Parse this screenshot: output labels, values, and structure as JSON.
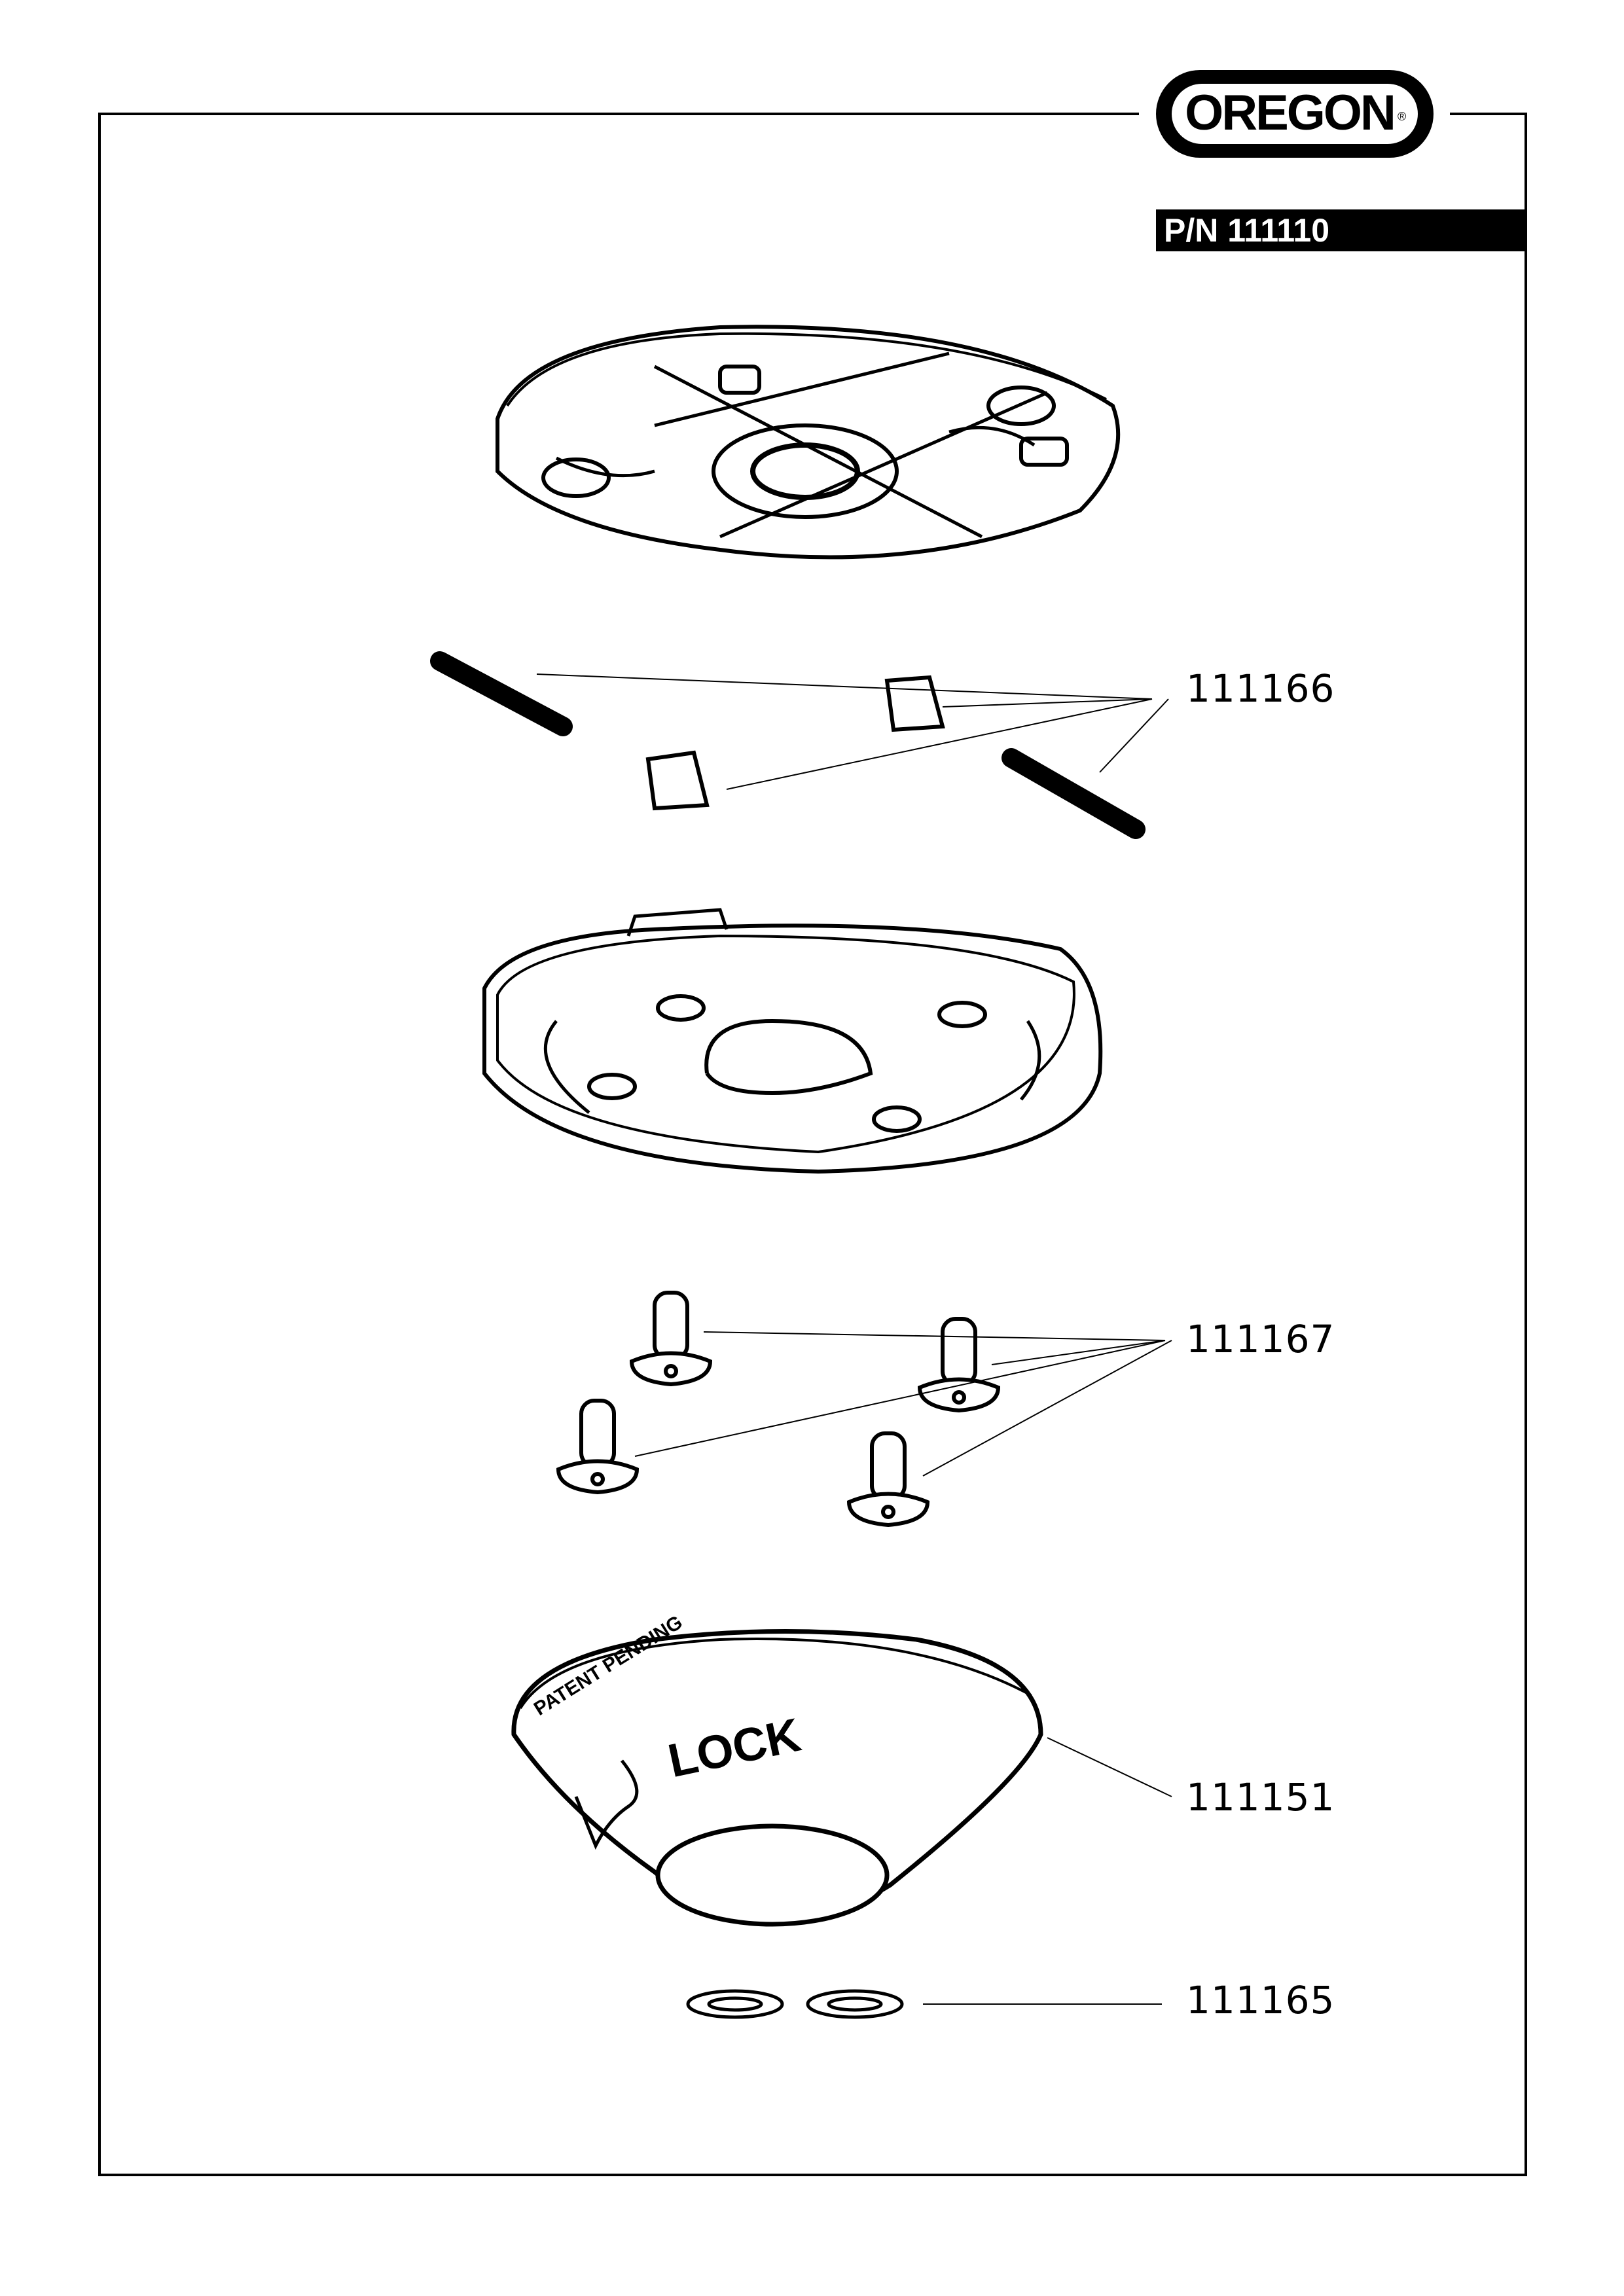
{
  "header": {
    "brand": "OREGON",
    "registered_mark": "®",
    "part_number": "P/N 111110"
  },
  "parts": [
    {
      "id": "drive-hub",
      "label": ""
    },
    {
      "id": "pins-and-clips",
      "label": "111166"
    },
    {
      "id": "base-plate",
      "label": ""
    },
    {
      "id": "screws",
      "label": "111167"
    },
    {
      "id": "cover",
      "label": "111151"
    },
    {
      "id": "washers",
      "label": "111165"
    }
  ],
  "cover_markings": {
    "patent": "PATENT PENDING",
    "lock": "LOCK"
  }
}
